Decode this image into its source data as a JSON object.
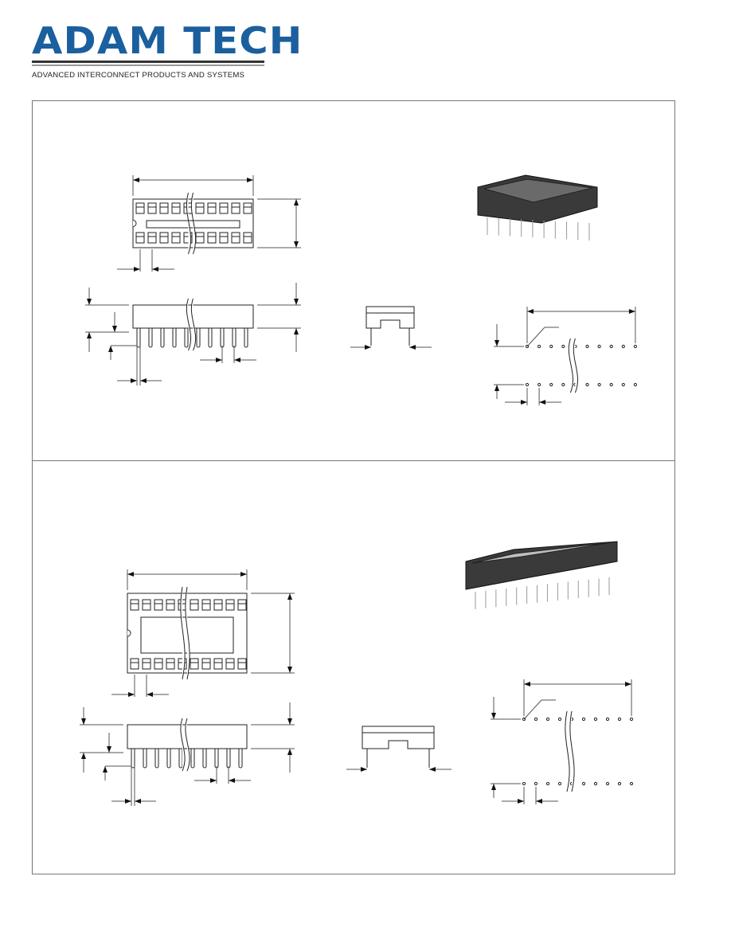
{
  "logo": {
    "name": "ADAM TECH",
    "tagline": "ADVANCED INTERCONNECT PRODUCTS AND SYSTEMS",
    "brand_color": "#1b5f9e"
  },
  "panels": [
    {
      "id": "narrow-body-socket",
      "pin_count_drawn": 20
    },
    {
      "id": "wide-body-socket",
      "pin_count_drawn": 20
    }
  ]
}
